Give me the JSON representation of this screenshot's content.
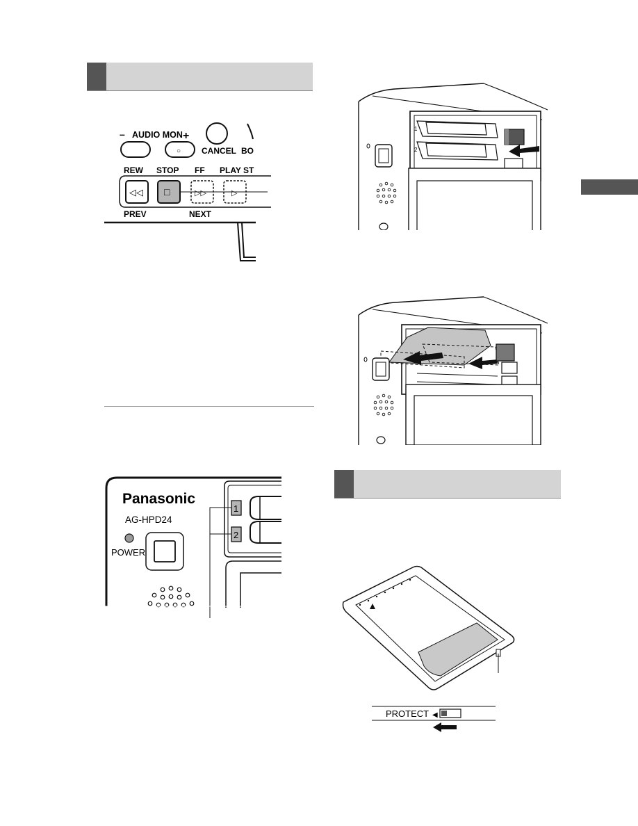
{
  "control_panel": {
    "audio_mon_label": "AUDIO MON",
    "minus_sign": "–",
    "plus_sign": "+",
    "cancel_label": "CANCEL",
    "bottom_cut_label": "BO",
    "rew_label": "REW",
    "stop_label": "STOP",
    "ff_label": "FF",
    "play_label": "PLAY ST",
    "prev_label": "PREV",
    "next_label": "NEXT",
    "rew_symbol": "◁◁",
    "ff_symbol": "▷▷",
    "play_symbol": "▷",
    "stop_symbol": "□",
    "audio_plus_symbol": "○"
  },
  "front_panel": {
    "brand": "Panasonic",
    "model": "AG-HPD24",
    "power_label": "POWER",
    "slot_1": "1",
    "slot_2": "2"
  },
  "slot_figure": {
    "slot_1": "1",
    "slot_2": "2"
  },
  "card_figure": {
    "protect_label": "PROTECT",
    "arrow_marker": "◀"
  },
  "colors": {
    "section_bar": "#d4d4d4",
    "section_tab": "#555555",
    "highlight_gray": "#b5b5b5"
  }
}
